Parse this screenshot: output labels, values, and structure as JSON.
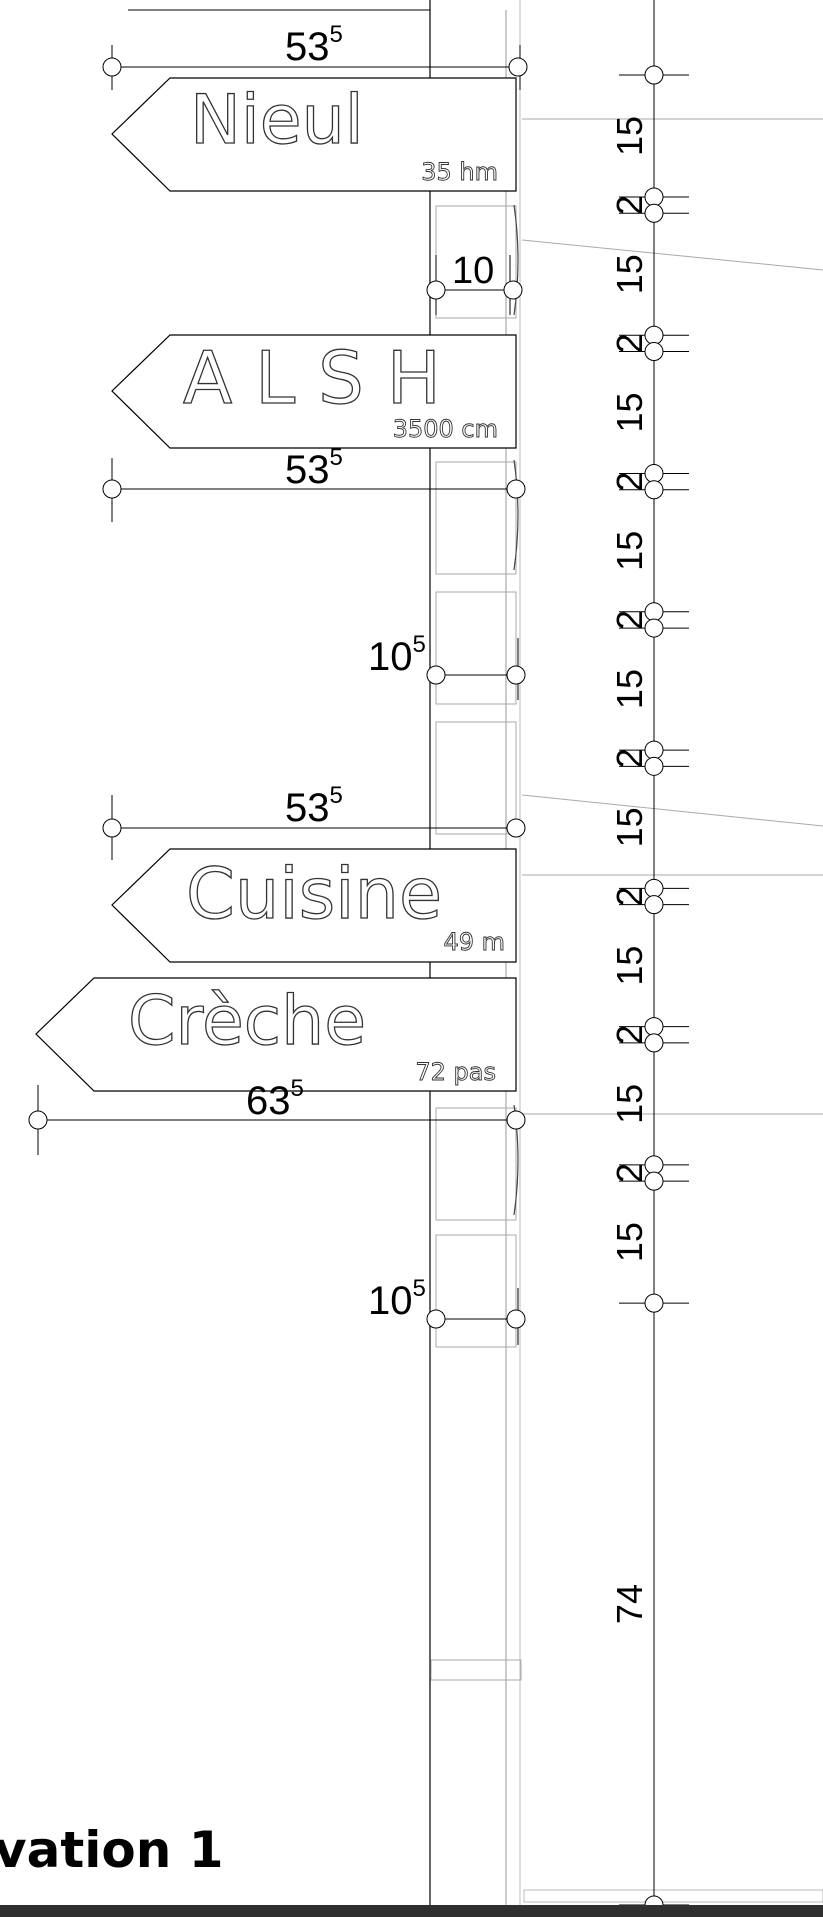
{
  "title": "vation 1",
  "signs": [
    {
      "id": "nieul",
      "name": "Nieul",
      "distance": "35 hm"
    },
    {
      "id": "alsh",
      "name": "A L S H",
      "distance": "3500 cm"
    },
    {
      "id": "cuisine",
      "name": "Cuisine",
      "distance": "49 m"
    },
    {
      "id": "creche",
      "name": "Crèche",
      "distance": "72 pas"
    }
  ],
  "width_dimensions": [
    {
      "base": "53",
      "sup": "5"
    },
    {
      "base": "10",
      "sup": ""
    },
    {
      "base": "53",
      "sup": "5"
    },
    {
      "base": "10",
      "sup": "5"
    },
    {
      "base": "53",
      "sup": "5"
    },
    {
      "base": "63",
      "sup": "5"
    },
    {
      "base": "10",
      "sup": "5"
    }
  ],
  "vertical_dimensions": [
    "15",
    "2",
    "15",
    "2",
    "15",
    "2",
    "15",
    "2",
    "15",
    "2",
    "15",
    "2",
    "15",
    "2",
    "15",
    "2",
    "15",
    "74"
  ]
}
